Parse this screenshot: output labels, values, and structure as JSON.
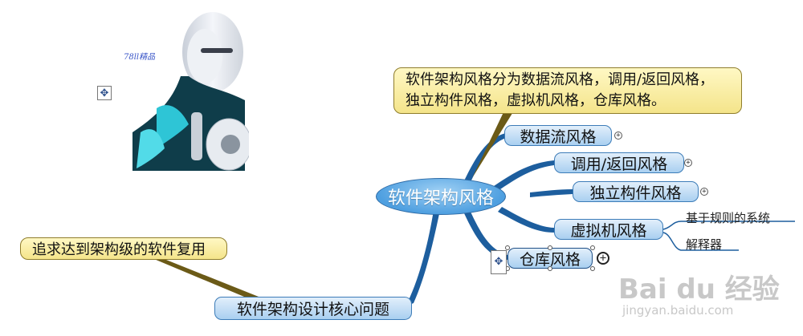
{
  "central": {
    "label": "软件架构风格"
  },
  "callout_top": {
    "line1": "软件架构风格分为数据流风格，调用/返回风格，",
    "line2": "独立构件风格，虚拟机风格，仓库风格。"
  },
  "branches": [
    {
      "label": "数据流风格"
    },
    {
      "label": "调用/返回风格"
    },
    {
      "label": "独立构件风格"
    },
    {
      "label": "虚拟机风格"
    },
    {
      "label": "仓库风格"
    }
  ],
  "vm_children": [
    "基于规则的系统",
    "解释器"
  ],
  "core_issue": {
    "label": "软件架构设计核心问题"
  },
  "callout_left": {
    "label": "追求达到架构级的软件复用"
  },
  "image_signature": "78ll精品",
  "watermark": {
    "logo": "Bai du 经验",
    "url": "jingyan.baidu.com"
  },
  "colors": {
    "branch_line": "#1d5e9e",
    "topic_fill": "#a9cff0",
    "central_fill": "#4e9fe0",
    "callout_fill": "#f4e48a"
  }
}
